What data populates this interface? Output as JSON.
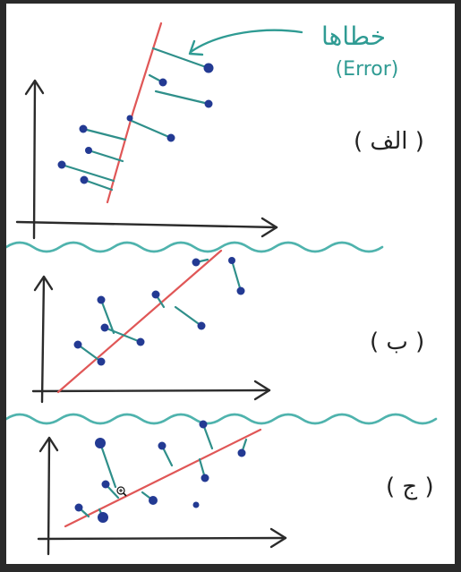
{
  "annotation": {
    "arabic": "خطاها",
    "english": "(Error)",
    "color": "#2f9b93"
  },
  "panels": [
    {
      "id": "a",
      "label": "( الف )"
    },
    {
      "id": "b",
      "label": "( ب )"
    },
    {
      "id": "c",
      "label": "( ج )"
    }
  ],
  "colors": {
    "fit_line": "#e05757",
    "residual": "#2f8f8a",
    "point": "#233a93",
    "divider": "#4fb3ad",
    "axis": "#2b2b2b"
  },
  "icons": [
    "zoom-cursor-icon"
  ]
}
